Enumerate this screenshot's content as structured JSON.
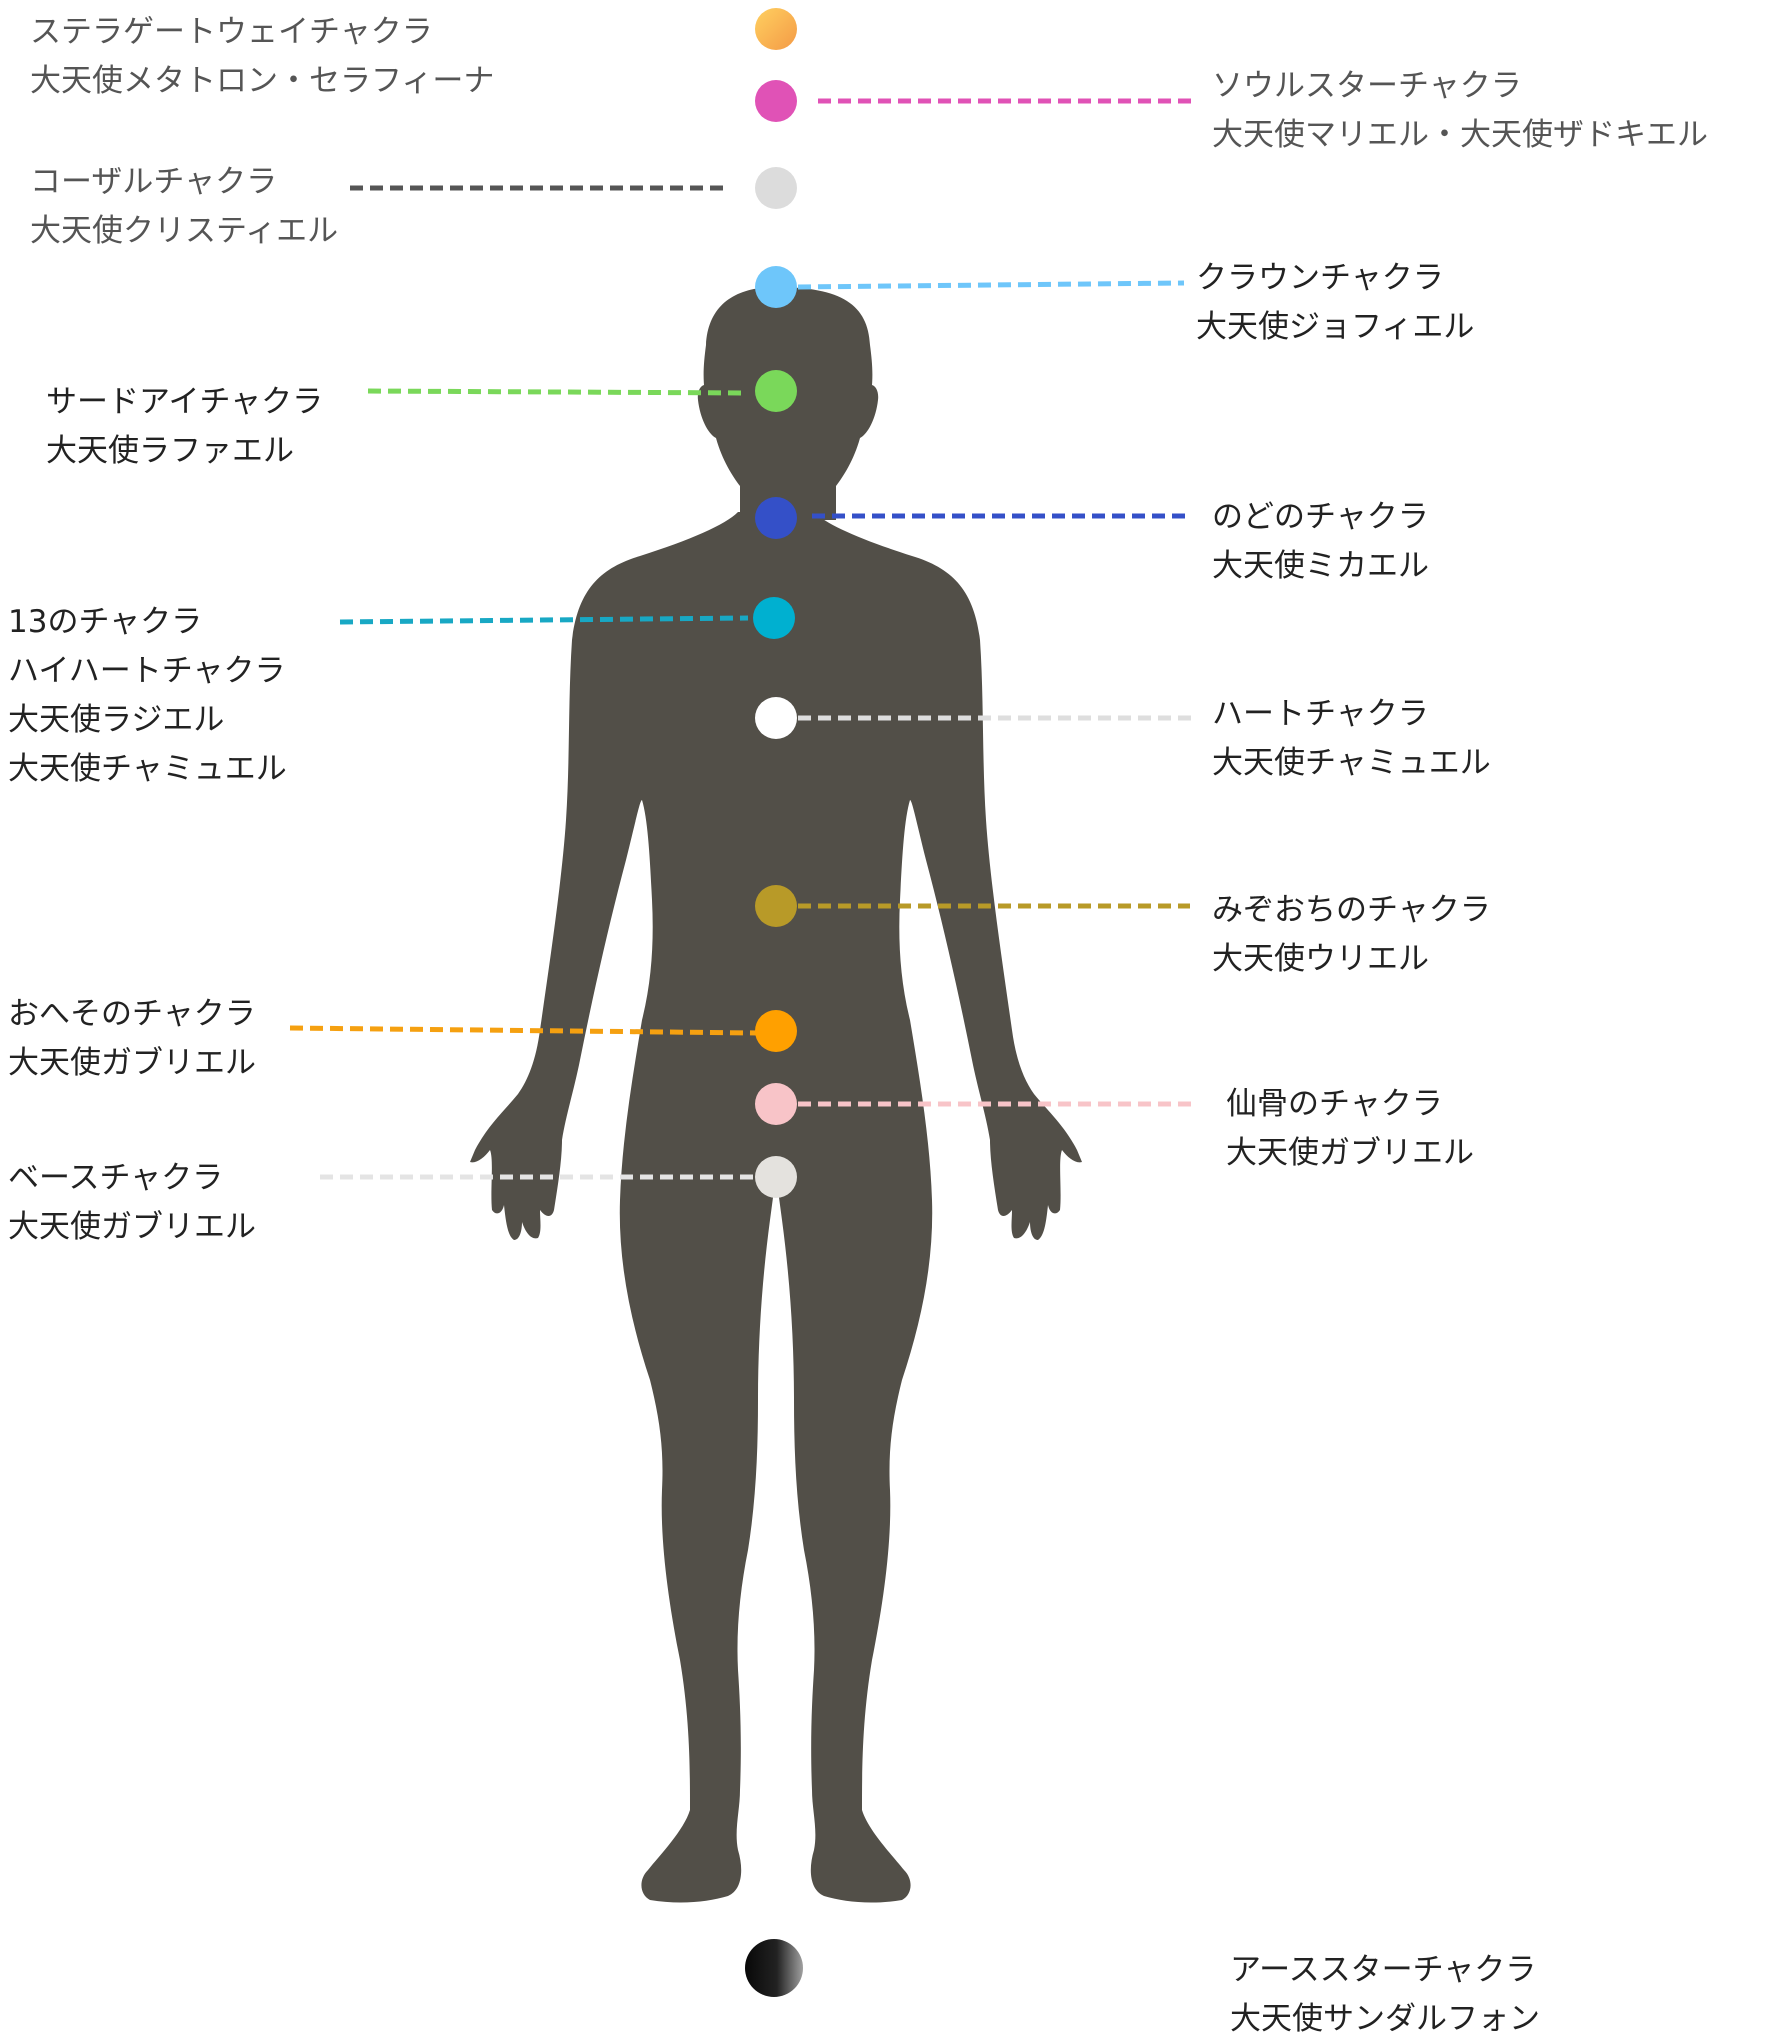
{
  "body_color": "#524f48",
  "chakras": [
    {
      "id": "stellar-gateway",
      "name": "ステラゲートウェイチャクラ",
      "angel": "大天使メタトロン・セラフィーナ",
      "side": "left",
      "color": "#f8b046",
      "color2": "#ffd060",
      "text_color": "#555555",
      "line_style": "gradient-yellow-orange",
      "line_color": "#f6c85a",
      "line_color2": "#f49a4c"
    },
    {
      "id": "soul-star",
      "name": "ソウルスターチャクラ",
      "angel": "大天使マリエル・大天使ザドキエル",
      "side": "right",
      "color": "#e052b6",
      "text_color": "#555555",
      "line_color": "#e052b6"
    },
    {
      "id": "causal",
      "name": "コーザルチャクラ",
      "angel": "大天使クリスティエル",
      "side": "left",
      "color": "#dcdcdc",
      "text_color": "#555555",
      "line_color": "#555555"
    },
    {
      "id": "crown",
      "name": "クラウンチャクラ",
      "angel": "大天使ジョフィエル",
      "side": "right",
      "color": "#6ec6fa",
      "text_color": "#222222",
      "line_color": "#6ec6fa"
    },
    {
      "id": "third-eye",
      "name": "サードアイチャクラ",
      "angel": "大天使ラファエル",
      "side": "left",
      "color": "#7ad85a",
      "text_color": "#222222",
      "line_color": "#7ad85a"
    },
    {
      "id": "throat",
      "name": "のどのチャクラ",
      "angel": "大天使ミカエル",
      "side": "right",
      "color": "#3450c8",
      "text_color": "#222222",
      "line_color": "#3450c8"
    },
    {
      "id": "high-heart",
      "name": "13のチャクラ",
      "name2": "ハイハートチャクラ",
      "angel": "大天使ラジエル",
      "angel2": "大天使チャミュエル",
      "side": "left",
      "color": "#00b0d0",
      "text_color": "#222222",
      "line_color": "#18a8c4"
    },
    {
      "id": "heart",
      "name": "ハートチャクラ",
      "angel": "大天使チャミュエル",
      "side": "right",
      "color": "#ffffff",
      "text_color": "#222222",
      "line_color": "#dedede"
    },
    {
      "id": "solar-plexus",
      "name": "みぞおちのチャクラ",
      "angel": "大天使ウリエル",
      "side": "right",
      "color": "#b89a28",
      "text_color": "#222222",
      "line_color": "#b89a28"
    },
    {
      "id": "navel",
      "name": "おへそのチャクラ",
      "angel": "大天使ガブリエル",
      "side": "left",
      "color": "#ffa000",
      "text_color": "#222222",
      "line_color": "#f5a010"
    },
    {
      "id": "sacral",
      "name": "仙骨のチャクラ",
      "angel": "大天使ガブリエル",
      "side": "right",
      "color": "#f8c4c8",
      "text_color": "#222222",
      "line_color": "#f8c4c8"
    },
    {
      "id": "base",
      "name": "ベースチャクラ",
      "angel": "大天使ガブリエル",
      "side": "left",
      "color": "#e4e2de",
      "text_color": "#222222",
      "line_color": "#e4e4e4"
    },
    {
      "id": "earth-star",
      "name": "アーススターチャクラ",
      "angel": "大天使サンダルフォン",
      "side": "right",
      "color": "#111111",
      "color2": "#9a9a9a",
      "text_color": "#222222",
      "line_style": "gradient-gray",
      "line_color": "#dddddd",
      "line_color2": "#111111"
    }
  ]
}
